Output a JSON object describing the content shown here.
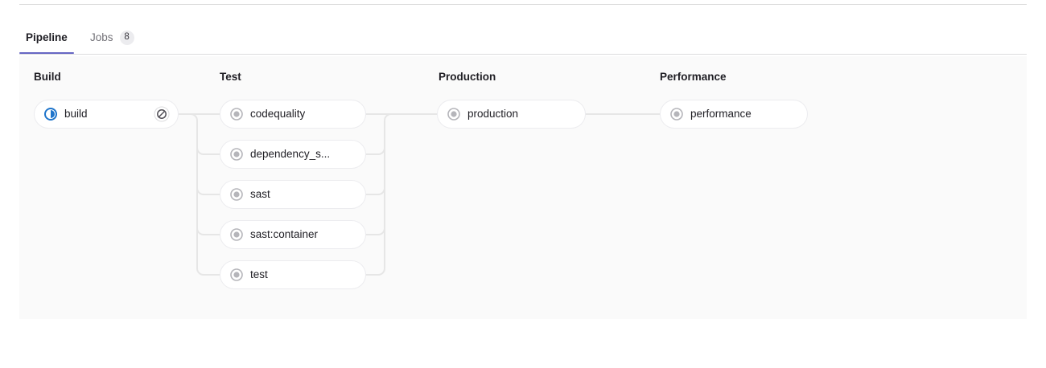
{
  "tabs": [
    {
      "id": "pipeline",
      "label": "Pipeline",
      "active": true
    },
    {
      "id": "jobs",
      "label": "Jobs",
      "badge": "8",
      "active": false
    }
  ],
  "colors": {
    "accent": "#6666c4",
    "panel_bg": "#fafafa",
    "running": "#1f75cb",
    "created": "#b5b5ba",
    "connector": "#e6e6e6",
    "text": "#1f1e24",
    "muted": "#737278"
  },
  "pipeline": {
    "stages": [
      {
        "name": "Build",
        "jobs": [
          {
            "name": "build",
            "status": "running",
            "status_icon": "status-running-icon",
            "action": "cancel",
            "action_icon": "cancel-icon"
          }
        ]
      },
      {
        "name": "Test",
        "jobs": [
          {
            "name": "codequality",
            "status": "created",
            "status_icon": "status-created-icon"
          },
          {
            "name": "dependency_s...",
            "status": "created",
            "status_icon": "status-created-icon"
          },
          {
            "name": "sast",
            "status": "created",
            "status_icon": "status-created-icon"
          },
          {
            "name": "sast:container",
            "status": "created",
            "status_icon": "status-created-icon"
          },
          {
            "name": "test",
            "status": "created",
            "status_icon": "status-created-icon"
          }
        ]
      },
      {
        "name": "Production",
        "jobs": [
          {
            "name": "production",
            "status": "created",
            "status_icon": "status-created-icon"
          }
        ]
      },
      {
        "name": "Performance",
        "jobs": [
          {
            "name": "performance",
            "status": "created",
            "status_icon": "status-created-icon"
          }
        ]
      }
    ]
  }
}
